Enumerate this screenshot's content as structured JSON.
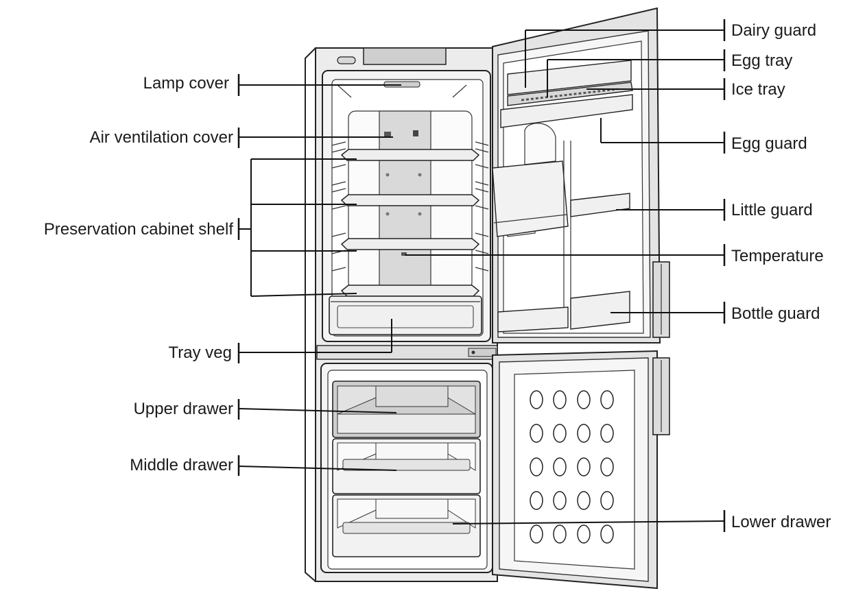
{
  "labels": {
    "left": {
      "lamp_cover": "Lamp cover",
      "air_ventilation_cover": "Air ventilation cover",
      "preservation_cabinet_shelf": "Preservation cabinet shelf",
      "tray_veg": "Tray veg",
      "upper_drawer": "Upper drawer",
      "middle_drawer": "Middle drawer"
    },
    "right": {
      "dairy_guard": "Dairy guard",
      "egg_tray": "Egg tray",
      "ice_tray": "Ice tray",
      "egg_guard": "Egg guard",
      "little_guard": "Little guard",
      "temperature": "Temperature",
      "bottle_guard": "Bottle guard",
      "lower_drawer": "Lower drawer"
    }
  }
}
